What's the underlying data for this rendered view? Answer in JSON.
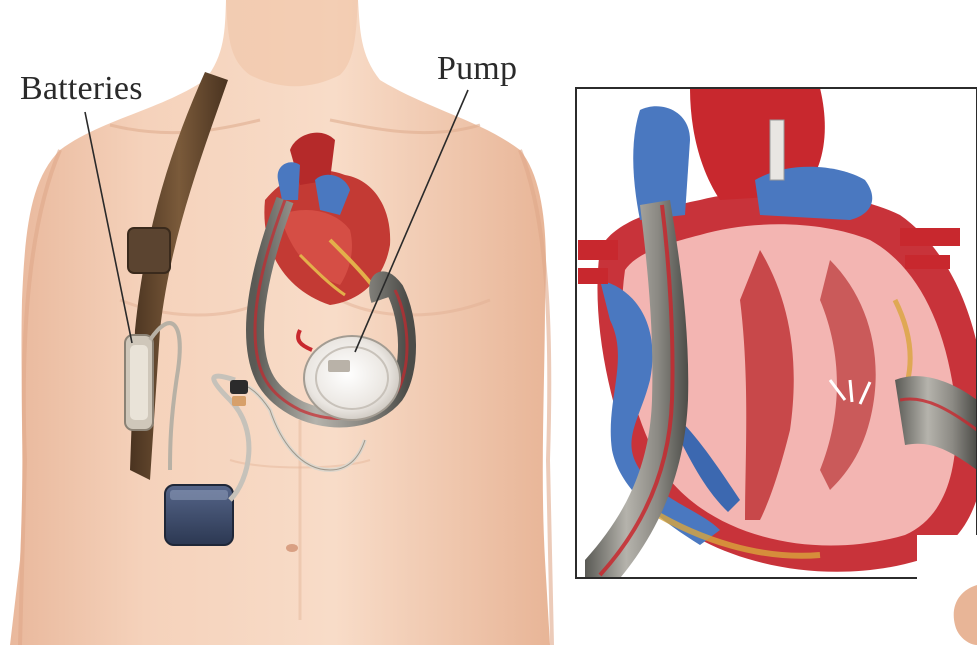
{
  "labels": {
    "batteries": "Batteries",
    "pump": "Pump"
  },
  "colors": {
    "background": "#ffffff",
    "skin": "#f2cdb4",
    "skin_shadow": "#e3b196",
    "artery_red": "#c8282e",
    "vein_blue": "#4a78c0",
    "heart_interior": "#f3b5b2",
    "belt_brown": "#6b4a2e",
    "pump_white": "#eeeae6",
    "controller_blue": "#3b4a6a",
    "tube_gray": "#9a9a94",
    "inset_frame": "#2b2b2b",
    "label_text": "#2a2a2a"
  },
  "icons": [
    "heart-anatomy-illustration",
    "lvad-pump-illustration",
    "battery-pack-illustration",
    "controller-illustration"
  ]
}
